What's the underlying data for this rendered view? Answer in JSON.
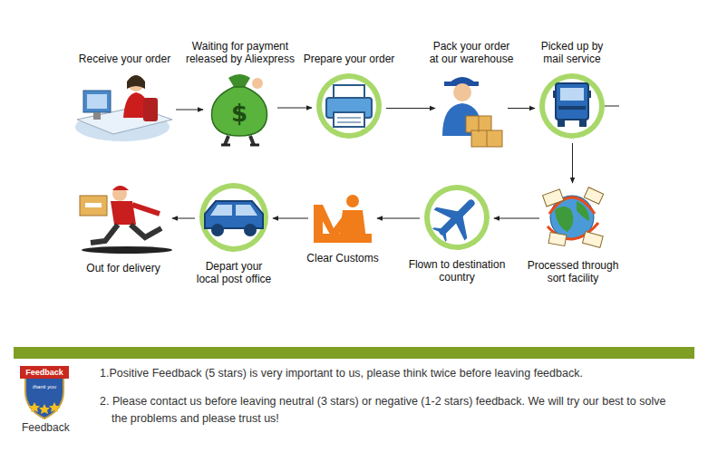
{
  "diagram": {
    "nodes": [
      {
        "text": [
          "Receive your order"
        ]
      },
      {
        "text": [
          "Waiting for payment released by Aliexpress"
        ]
      },
      {
        "text": [
          "Prepare your order"
        ]
      },
      {
        "text": [
          "Pack your order at our warehouse"
        ]
      },
      {
        "text": [
          "Picked up by mail service"
        ]
      },
      {
        "text": [
          "Processed through sort facility"
        ]
      },
      {
        "text": [
          "Flown to destination country"
        ]
      },
      {
        "text": [
          "Clear Customs"
        ]
      },
      {
        "text": [
          "Depart your local post office"
        ]
      },
      {
        "text": [
          "Out for delivery"
        ]
      }
    ],
    "edges": [
      {
        "from": 0,
        "to": 1,
        "arrow": "to"
      },
      {
        "from": 1,
        "to": 2,
        "arrow": "to"
      },
      {
        "from": 2,
        "to": 3,
        "arrow": "to"
      },
      {
        "from": 3,
        "to": 4,
        "arrow": "to"
      },
      {
        "from": 4,
        "to": 5,
        "arrow": "to"
      },
      {
        "from": 5,
        "to": 6,
        "arrow": "to"
      },
      {
        "from": 6,
        "to": 7,
        "arrow": "to"
      },
      {
        "from": 7,
        "to": 8,
        "arrow": "to"
      },
      {
        "from": 8,
        "to": 9,
        "arrow": "to"
      }
    ],
    "labels": [
      "Feedback",
      "thank you",
      "Feedback",
      "1.Positive Feedback (5 stars) is very important to us, please think twice before leaving feedback.",
      "2. Please contact us before leaving neutral (3 stars) or negative (1-2 stars) feedback. We will try our best to solve the problems and please trust us!"
    ]
  }
}
